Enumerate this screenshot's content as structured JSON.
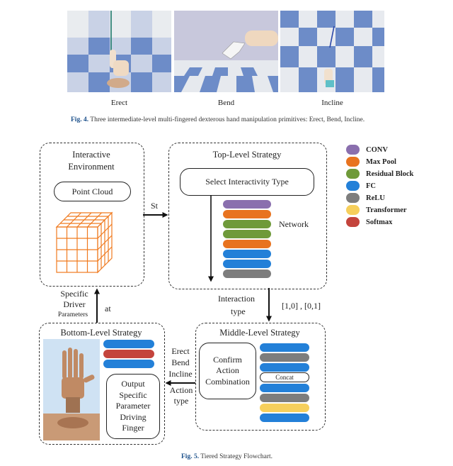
{
  "fig4": {
    "panels": [
      {
        "label": "Erect"
      },
      {
        "label": "Bend"
      },
      {
        "label": "Incline"
      }
    ],
    "caption_prefix": "Fig. 4.",
    "caption_text": "Three intermediate-level multi-fingered dexterous hand manipulation primitives: Erect, Bend, Incline."
  },
  "fig5": {
    "interactive": {
      "title_line1": "Interactive",
      "title_line2": "Environment",
      "point_cloud": "Point Cloud"
    },
    "arrow_st": "St",
    "top": {
      "title": "Top-Level Strategy",
      "select": "Select Interactivity Type",
      "network": "Network"
    },
    "interaction_type": {
      "line1": "Interaction",
      "line2": "type"
    },
    "outputs_label": "[1,0] , [0,1]",
    "middle": {
      "title": "Middle-Level Strategy",
      "confirm_line1": "Confirm",
      "confirm_line2": "Action",
      "confirm_line3": "Combination",
      "concat": "Concat"
    },
    "action_type": {
      "line1": "Erect",
      "line2": "Bend",
      "line3": "Incline",
      "line4": "Action",
      "line5": "type"
    },
    "bottom": {
      "title": "Bottom-Level Strategy",
      "output_line1": "Output",
      "output_line2": "Specific",
      "output_line3": "Parameter",
      "output_line4": "Driving",
      "output_line5": "Finger"
    },
    "driver": {
      "line1": "Specific",
      "line2": "Driver",
      "line3": "Parameters",
      "at": "at"
    },
    "caption_prefix": "Fig. 5.",
    "caption_text": "Tiered Strategy Flowchart."
  },
  "legend": [
    {
      "name": "CONV",
      "color": "#8a6fae"
    },
    {
      "name": "Max Pool",
      "color": "#e8731f"
    },
    {
      "name": "Residual Block",
      "color": "#6f9a3a"
    },
    {
      "name": "FC",
      "color": "#2380d8"
    },
    {
      "name": "ReLU",
      "color": "#7d7d7d"
    },
    {
      "name": "Transformer",
      "color": "#f6cf5c"
    },
    {
      "name": "Softmax",
      "color": "#c4443c"
    }
  ]
}
